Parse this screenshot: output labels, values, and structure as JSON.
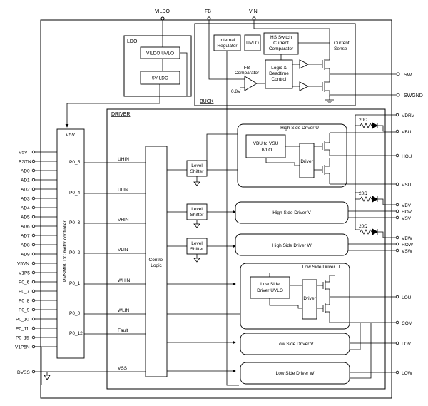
{
  "top_pins": {
    "vildo": "VILDO",
    "fb": "FB",
    "vin": "VIN"
  },
  "ldo": {
    "title": "LDO",
    "vildo_uvlo": "VILDO UVLO",
    "ldo_5v": "5V LDO"
  },
  "buck": {
    "title": "BUCK",
    "internal_regulator": [
      "Internal",
      "Regulator"
    ],
    "uvlo": "UVLO",
    "hs_switch": [
      "HS Switch",
      "Current",
      "Comparator"
    ],
    "current_sense": [
      "Current",
      "Sense"
    ],
    "fb_comparator": [
      "FB",
      "Comparator"
    ],
    "logic_deadtime": [
      "Logic &",
      "Deadtime",
      "Control"
    ],
    "ref_voltage": "0.8V",
    "pins": {
      "sw": "SW",
      "swgnd": "SWGND"
    }
  },
  "controller": {
    "supply": "V5V",
    "name": "PMSM/BLDC motor controller",
    "ports": [
      "P0_5",
      "P0_4",
      "P0_3",
      "P0_2",
      "P0_1",
      "P0_0",
      "P0_12"
    ]
  },
  "left_pins": [
    "V5V",
    "RSTN",
    "AD0",
    "AD1",
    "AD2",
    "AD3",
    "AD4",
    "AD5",
    "AD6",
    "AD7",
    "AD8",
    "AD9",
    "V5VN",
    "V1P5",
    "P0_6",
    "P0_7",
    "P0_8",
    "P0_9",
    "P0_10",
    "P0_11",
    "P0_15",
    "V1P5N",
    "DVSS"
  ],
  "driver": {
    "title": "DRIVER",
    "control_logic": [
      "Control",
      "Logic"
    ],
    "level_shifter": [
      "Level",
      "Shifter"
    ],
    "signals": [
      "UHIN",
      "ULIN",
      "VHIN",
      "VLIN",
      "WHIN",
      "WLIN",
      "Fault",
      "VSS"
    ],
    "high_side_u": "High Side Driver U",
    "high_side_v": "High Side Driver V",
    "high_side_w": "High Side Driver W",
    "low_side_u": "Low Side Driver U",
    "low_side_v": "Low Side Driver V",
    "low_side_w": "Low Side Driver W",
    "vbu_uvlo": [
      "VBU to VSU",
      "UVLO"
    ],
    "low_side_uvlo": [
      "Low Side",
      "Driver UVLO"
    ],
    "driver_label": "Driver",
    "resistor": "20Ω"
  },
  "right_pins": [
    "VDRV",
    "VBU",
    "HOU",
    "VSU",
    "VBV",
    "HOV",
    "VSV",
    "VBW",
    "HOW",
    "VSW",
    "LOU",
    "COM",
    "LOV",
    "LOW"
  ]
}
